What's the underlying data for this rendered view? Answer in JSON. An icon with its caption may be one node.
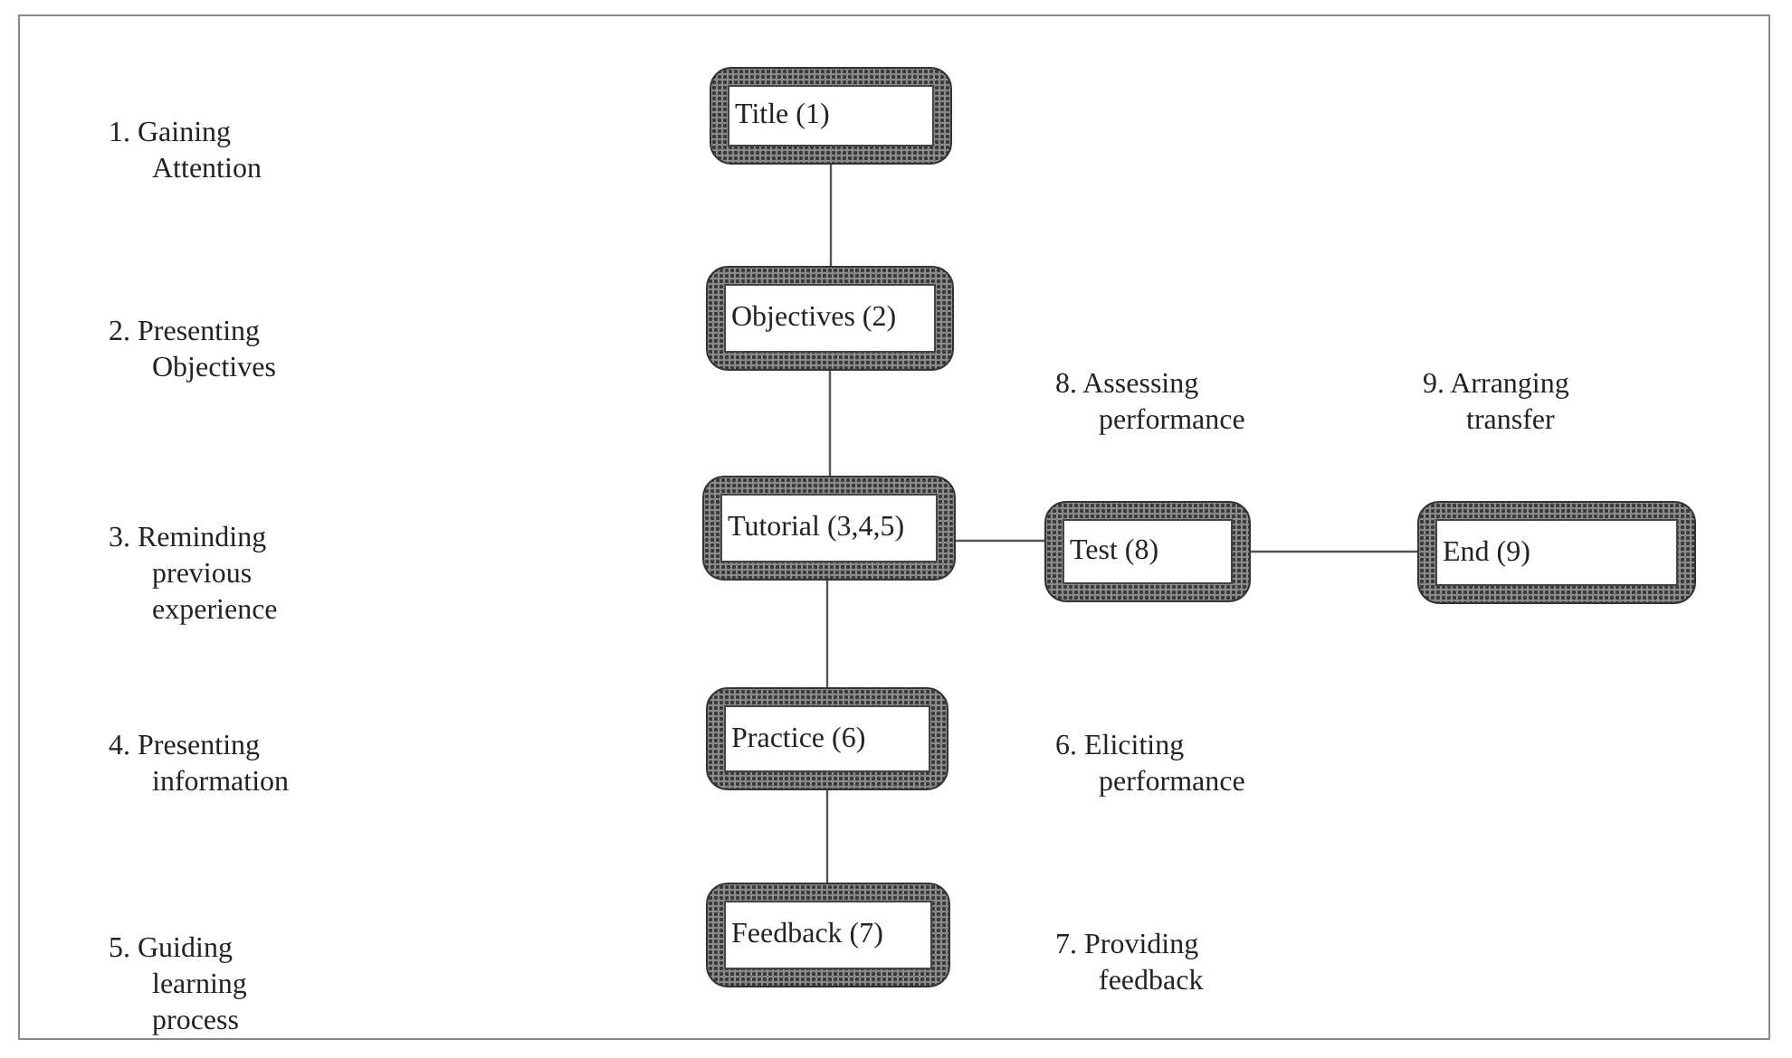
{
  "diagram": {
    "nodes": [
      {
        "text": [
          "Title (1)"
        ]
      },
      {
        "text": [
          "Objectives (2)"
        ]
      },
      {
        "text": [
          "Tutorial (3,4,5)"
        ]
      },
      {
        "text": [
          "Test (8)"
        ]
      },
      {
        "text": [
          "End (9)"
        ]
      },
      {
        "text": [
          "Practice (6)"
        ]
      },
      {
        "text": [
          "Feedback (7)"
        ]
      }
    ],
    "edges": [
      {
        "from": 0,
        "to": 1,
        "arrow": "none"
      },
      {
        "from": 1,
        "to": 2,
        "arrow": "none"
      },
      {
        "from": 2,
        "to": 3,
        "arrow": "none"
      },
      {
        "from": 3,
        "to": 4,
        "arrow": "none"
      },
      {
        "from": 2,
        "to": 5,
        "arrow": "none"
      },
      {
        "from": 5,
        "to": 6,
        "arrow": "none"
      }
    ],
    "labels": [
      "1. Gaining Attention",
      "2. Presenting Objectives",
      "8. Assessing performance",
      "9. Arranging transfer",
      "3. Reminding previous experience",
      "4. Presenting information",
      "6. Eliciting performance",
      "5. Guiding learning process",
      "7. Providing feedback"
    ]
  }
}
